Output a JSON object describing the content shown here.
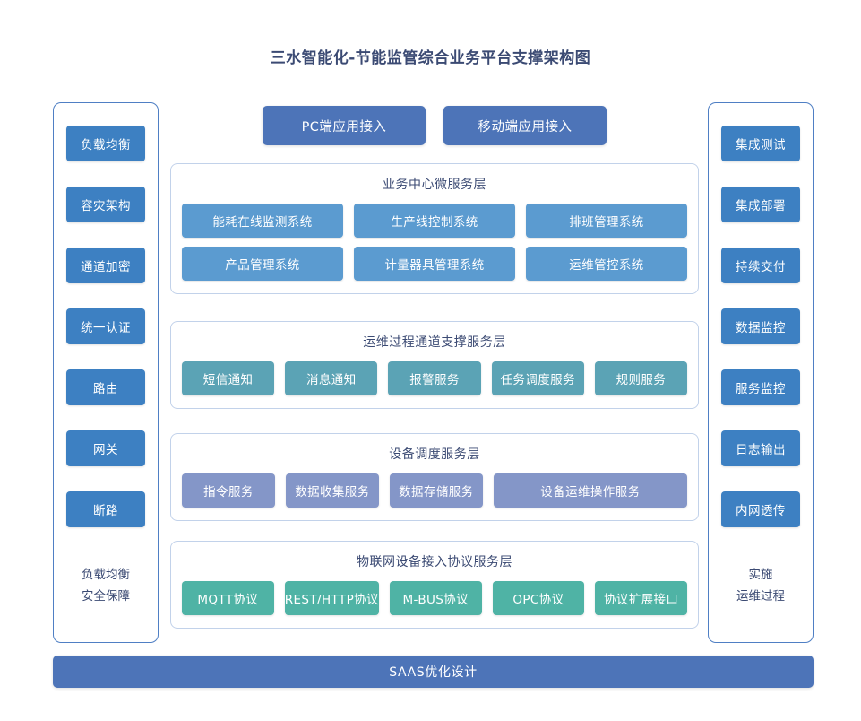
{
  "title": "三水智能化-节能监管综合业务平台支撑架构图",
  "colors": {
    "title_text": "#3b4a73",
    "side_button": "#3d80c2",
    "access_button": "#4d74b8",
    "business_node": "#5b9bd0",
    "ops_node": "#5ba3b5",
    "device_node": "#8496c8",
    "iot_node": "#4fb3a5",
    "panel_border": "#c2d2ea",
    "side_border": "#4f7fc4",
    "bottom_bar": "#4d74b8",
    "background": "#ffffff"
  },
  "left_column": {
    "items": [
      {
        "label": "负载均衡"
      },
      {
        "label": "容灾架构"
      },
      {
        "label": "通道加密"
      },
      {
        "label": "统一认证"
      },
      {
        "label": "路由"
      },
      {
        "label": "网关"
      },
      {
        "label": "断路"
      }
    ],
    "caption_line1": "负载均衡",
    "caption_line2": "安全保障"
  },
  "right_column": {
    "items": [
      {
        "label": "集成测试"
      },
      {
        "label": "集成部署"
      },
      {
        "label": "持续交付"
      },
      {
        "label": "数据监控"
      },
      {
        "label": "服务监控"
      },
      {
        "label": "日志输出"
      },
      {
        "label": "内网透传"
      }
    ],
    "caption_line1": "实施",
    "caption_line2": "运维过程"
  },
  "access": {
    "buttons": [
      {
        "label": "PC端应用接入"
      },
      {
        "label": "移动端应用接入"
      }
    ]
  },
  "layers": [
    {
      "id": "business",
      "title": "业务中心微服务层",
      "rows": [
        [
          {
            "label": "能耗在线监测系统"
          },
          {
            "label": "生产线控制系统"
          },
          {
            "label": "排班管理系统"
          }
        ],
        [
          {
            "label": "产品管理系统"
          },
          {
            "label": "计量器具管理系统"
          },
          {
            "label": "运维管控系统"
          }
        ]
      ]
    },
    {
      "id": "ops",
      "title": "运维过程通道支撑服务层",
      "rows": [
        [
          {
            "label": "短信通知"
          },
          {
            "label": "消息通知"
          },
          {
            "label": "报警服务"
          },
          {
            "label": "任务调度服务"
          },
          {
            "label": "规则服务"
          }
        ]
      ]
    },
    {
      "id": "device",
      "title": "设备调度服务层",
      "rows": [
        [
          {
            "label": "指令服务"
          },
          {
            "label": "数据收集服务"
          },
          {
            "label": "数据存储服务"
          },
          {
            "label": "设备运维操作服务",
            "wide": true
          }
        ]
      ]
    },
    {
      "id": "iot",
      "title": "物联网设备接入协议服务层",
      "rows": [
        [
          {
            "label": "MQTT协议"
          },
          {
            "label": "REST/HTTP协议"
          },
          {
            "label": "M-BUS协议"
          },
          {
            "label": "OPC协议"
          },
          {
            "label": "协议扩展接口"
          }
        ]
      ]
    }
  ],
  "bottom_bar": {
    "label": "SAAS优化设计"
  }
}
